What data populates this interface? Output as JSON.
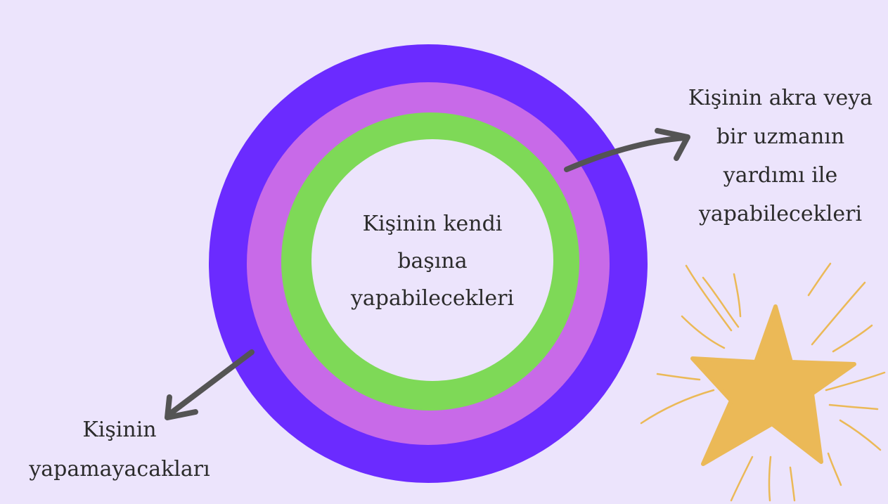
{
  "title_fragment": "ş",
  "circles": {
    "outer_color": "#6b2bff",
    "middle_color": "#c86ae8",
    "inner_color": "#7ed957",
    "core_color": "#ece4fc"
  },
  "labels": {
    "center": [
      "Kişinin kendi",
      "başına",
      "yapabilecekleri"
    ],
    "right": [
      "Kişinin akra veya",
      "bir uzmanın",
      "yardımı ile",
      "yapabilecekleri"
    ],
    "bottom": [
      "Kişinin",
      "yapamayacakları"
    ]
  },
  "arrows": {
    "color": "#545454"
  },
  "star": {
    "fill": "#ebb957",
    "ray_color": "#ebb957"
  }
}
